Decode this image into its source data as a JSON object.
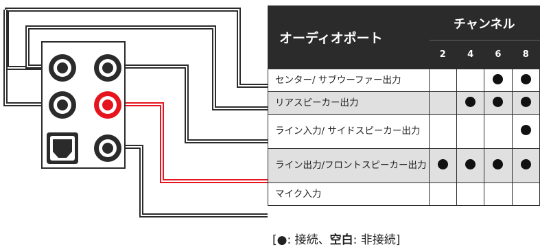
{
  "header": {
    "title": "オーディオポート",
    "channel_label": "チャンネル",
    "channels": [
      "2",
      "4",
      "6",
      "8"
    ]
  },
  "rows": [
    {
      "label": "センター/ サブウーファー出力",
      "dots": [
        false,
        false,
        true,
        true
      ],
      "shaded": false
    },
    {
      "label": "リアスピーカー出力",
      "dots": [
        false,
        true,
        true,
        true
      ],
      "shaded": true
    },
    {
      "label": "ライン入力/ サイドスピーカー出力",
      "dots": [
        false,
        false,
        false,
        true
      ],
      "shaded": false
    },
    {
      "label": "ライン出力/フロントスピーカー出力",
      "dots": [
        true,
        true,
        true,
        true
      ],
      "shaded": true
    },
    {
      "label": "マイク入力",
      "dots": [
        false,
        false,
        false,
        false
      ],
      "shaded": false
    }
  ],
  "legend": {
    "open": "[",
    "dot": "●",
    "sep1": ": 接続、",
    "blank": "空白",
    "sep2": ": 非接続",
    "close": "]"
  },
  "colors": {
    "highlight_jack": "#e5141e",
    "dark": "#2b2b2b",
    "shaded_row": "#e0e0e0"
  },
  "icons": [
    "audio-jack-icon",
    "optical-spdif-icon",
    "filled-dot-icon"
  ]
}
